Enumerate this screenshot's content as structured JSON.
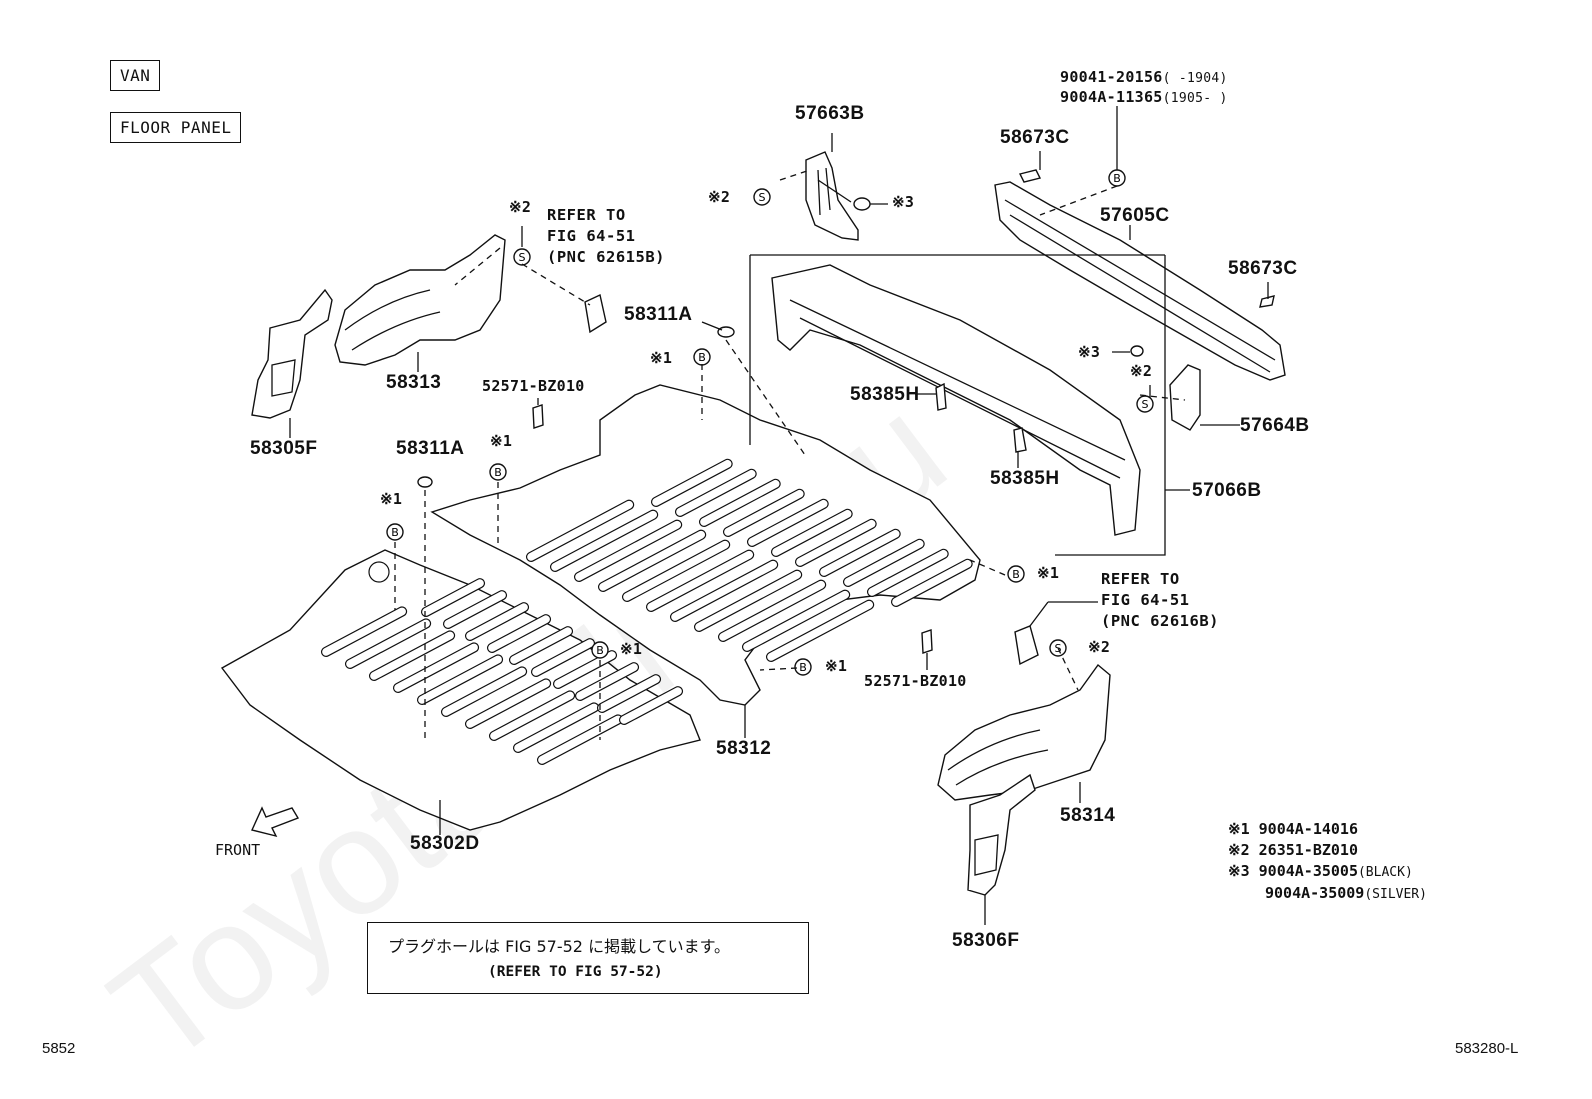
{
  "header": {
    "model_box": "VAN",
    "section_box": "FLOOR PANEL"
  },
  "parts": {
    "p57663B": "57663B",
    "p58673C_top": "58673C",
    "p57605C": "57605C",
    "p58673C_right": "58673C",
    "p58311A_top": "58311A",
    "p58313": "58313",
    "p58305F": "58305F",
    "p52571_top": "52571-BZ010",
    "p58311A_left": "58311A",
    "p58385H_top": "58385H",
    "p58385H_bottom": "58385H",
    "p57664B": "57664B",
    "p57066B": "57066B",
    "p58312": "58312",
    "p52571_bottom": "52571-BZ010",
    "p58302D": "58302D",
    "p58314": "58314",
    "p58306F": "58306F"
  },
  "bolt_ref": {
    "line1_pn": "90041-20156",
    "line1_range": "(     -1904)",
    "line2_pn": "9004A-11365",
    "line2_range": "(1905-     )"
  },
  "refer_left": {
    "line1": "REFER TO",
    "line2": "FIG 64-51",
    "line3": "(PNC 62615B)"
  },
  "refer_right": {
    "line1": "REFER TO",
    "line2": "FIG 64-51",
    "line3": "(PNC 62616B)"
  },
  "marks": {
    "m1": "※1",
    "m2": "※2",
    "m3": "※3",
    "B": "B",
    "S": "S"
  },
  "front_label": "FRONT",
  "note": {
    "jp": "プラグホールは FIG 57-52 に掲載しています。",
    "en": "(REFER TO FIG 57-52)"
  },
  "legend": {
    "l1_mark": "※1",
    "l1_pn": "9004A-14016",
    "l2_mark": "※2",
    "l2_pn": "26351-BZ010",
    "l3_mark": "※3",
    "l3_pn_a": "9004A-35005",
    "l3_color_a": "(BLACK)",
    "l3_pn_b": "9004A-35009",
    "l3_color_b": "(SILVER)"
  },
  "footer": {
    "left_code": "5852",
    "right_code": "583280-L"
  },
  "watermark": "Toyota-Mine.ru"
}
